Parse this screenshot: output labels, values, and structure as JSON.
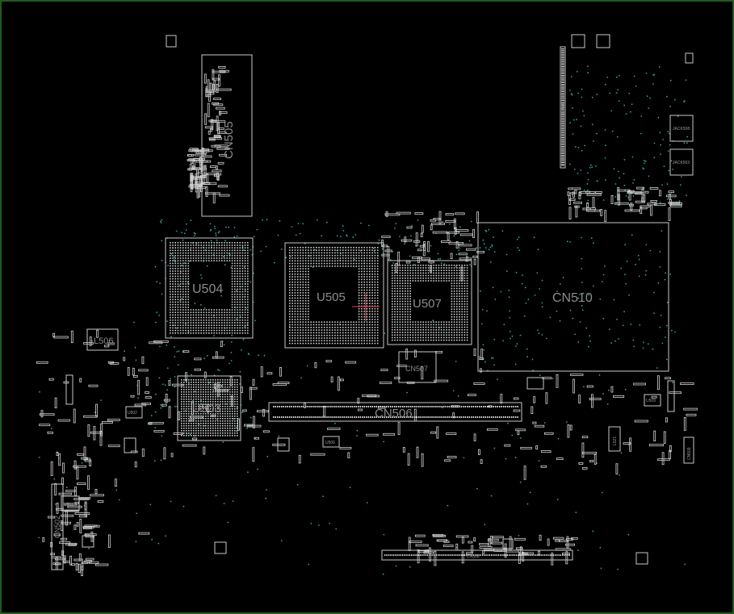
{
  "colors": {
    "background": "#000000",
    "border": "#1f5a1f",
    "outline": "#c8c8c8",
    "pad": "#d9d9d9",
    "via": "#2fa39a",
    "label": "#8c8c8c",
    "marker": "#e0405a"
  },
  "labels": {
    "cn505": "CN505",
    "u504": "U504",
    "u505": "U505",
    "u507": "U507",
    "cn510": "CN510",
    "l506": "L506",
    "cn507": "CN507",
    "u503": "U503",
    "cn506": "CN506",
    "cn508": "CN508",
    "cn502": "CN502",
    "u501": "U501",
    "jack508": "JACK508",
    "jack503": "JACK503",
    "u506": "U506",
    "u502": "U502",
    "u509": "U509",
    "l521": "L521",
    "cn509": "CN509",
    "cn500": "CN500"
  }
}
